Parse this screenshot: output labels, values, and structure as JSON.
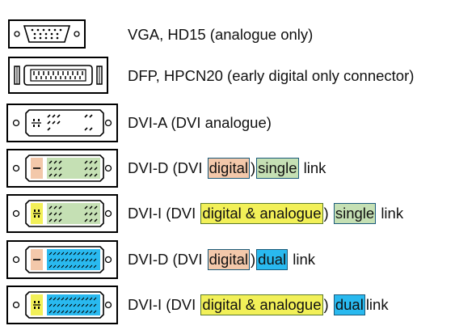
{
  "colors": {
    "digital": "#f3c8aa",
    "digital_analogue": "#f2f058",
    "single": "#c5e0b4",
    "dual": "#29b9ef"
  },
  "rows": [
    {
      "id": "vga",
      "text": "VGA, HD15 (analogue only)"
    },
    {
      "id": "dfp",
      "text": "DFP, HPCN20 (early digital only connector)"
    },
    {
      "id": "dvi-a",
      "text": "DVI-A (DVI analogue)"
    },
    {
      "id": "dvi-d-single",
      "pre": "DVI-D (DVI ",
      "mode": "digital",
      "mid": ")",
      "link": "single",
      "post": "link"
    },
    {
      "id": "dvi-i-single",
      "pre": "DVI-I (DVI ",
      "mode": "digital & analogue",
      "mid": ")",
      "link": "single",
      "post": "link"
    },
    {
      "id": "dvi-d-dual",
      "pre": "DVI-D (DVI ",
      "mode": "digital",
      "mid": ")",
      "link": "dual",
      "post": "link"
    },
    {
      "id": "dvi-i-dual",
      "pre": "DVI-I (DVI ",
      "mode": "digital & analogue",
      "mid": ")",
      "link": "dual",
      "post": "link"
    }
  ]
}
